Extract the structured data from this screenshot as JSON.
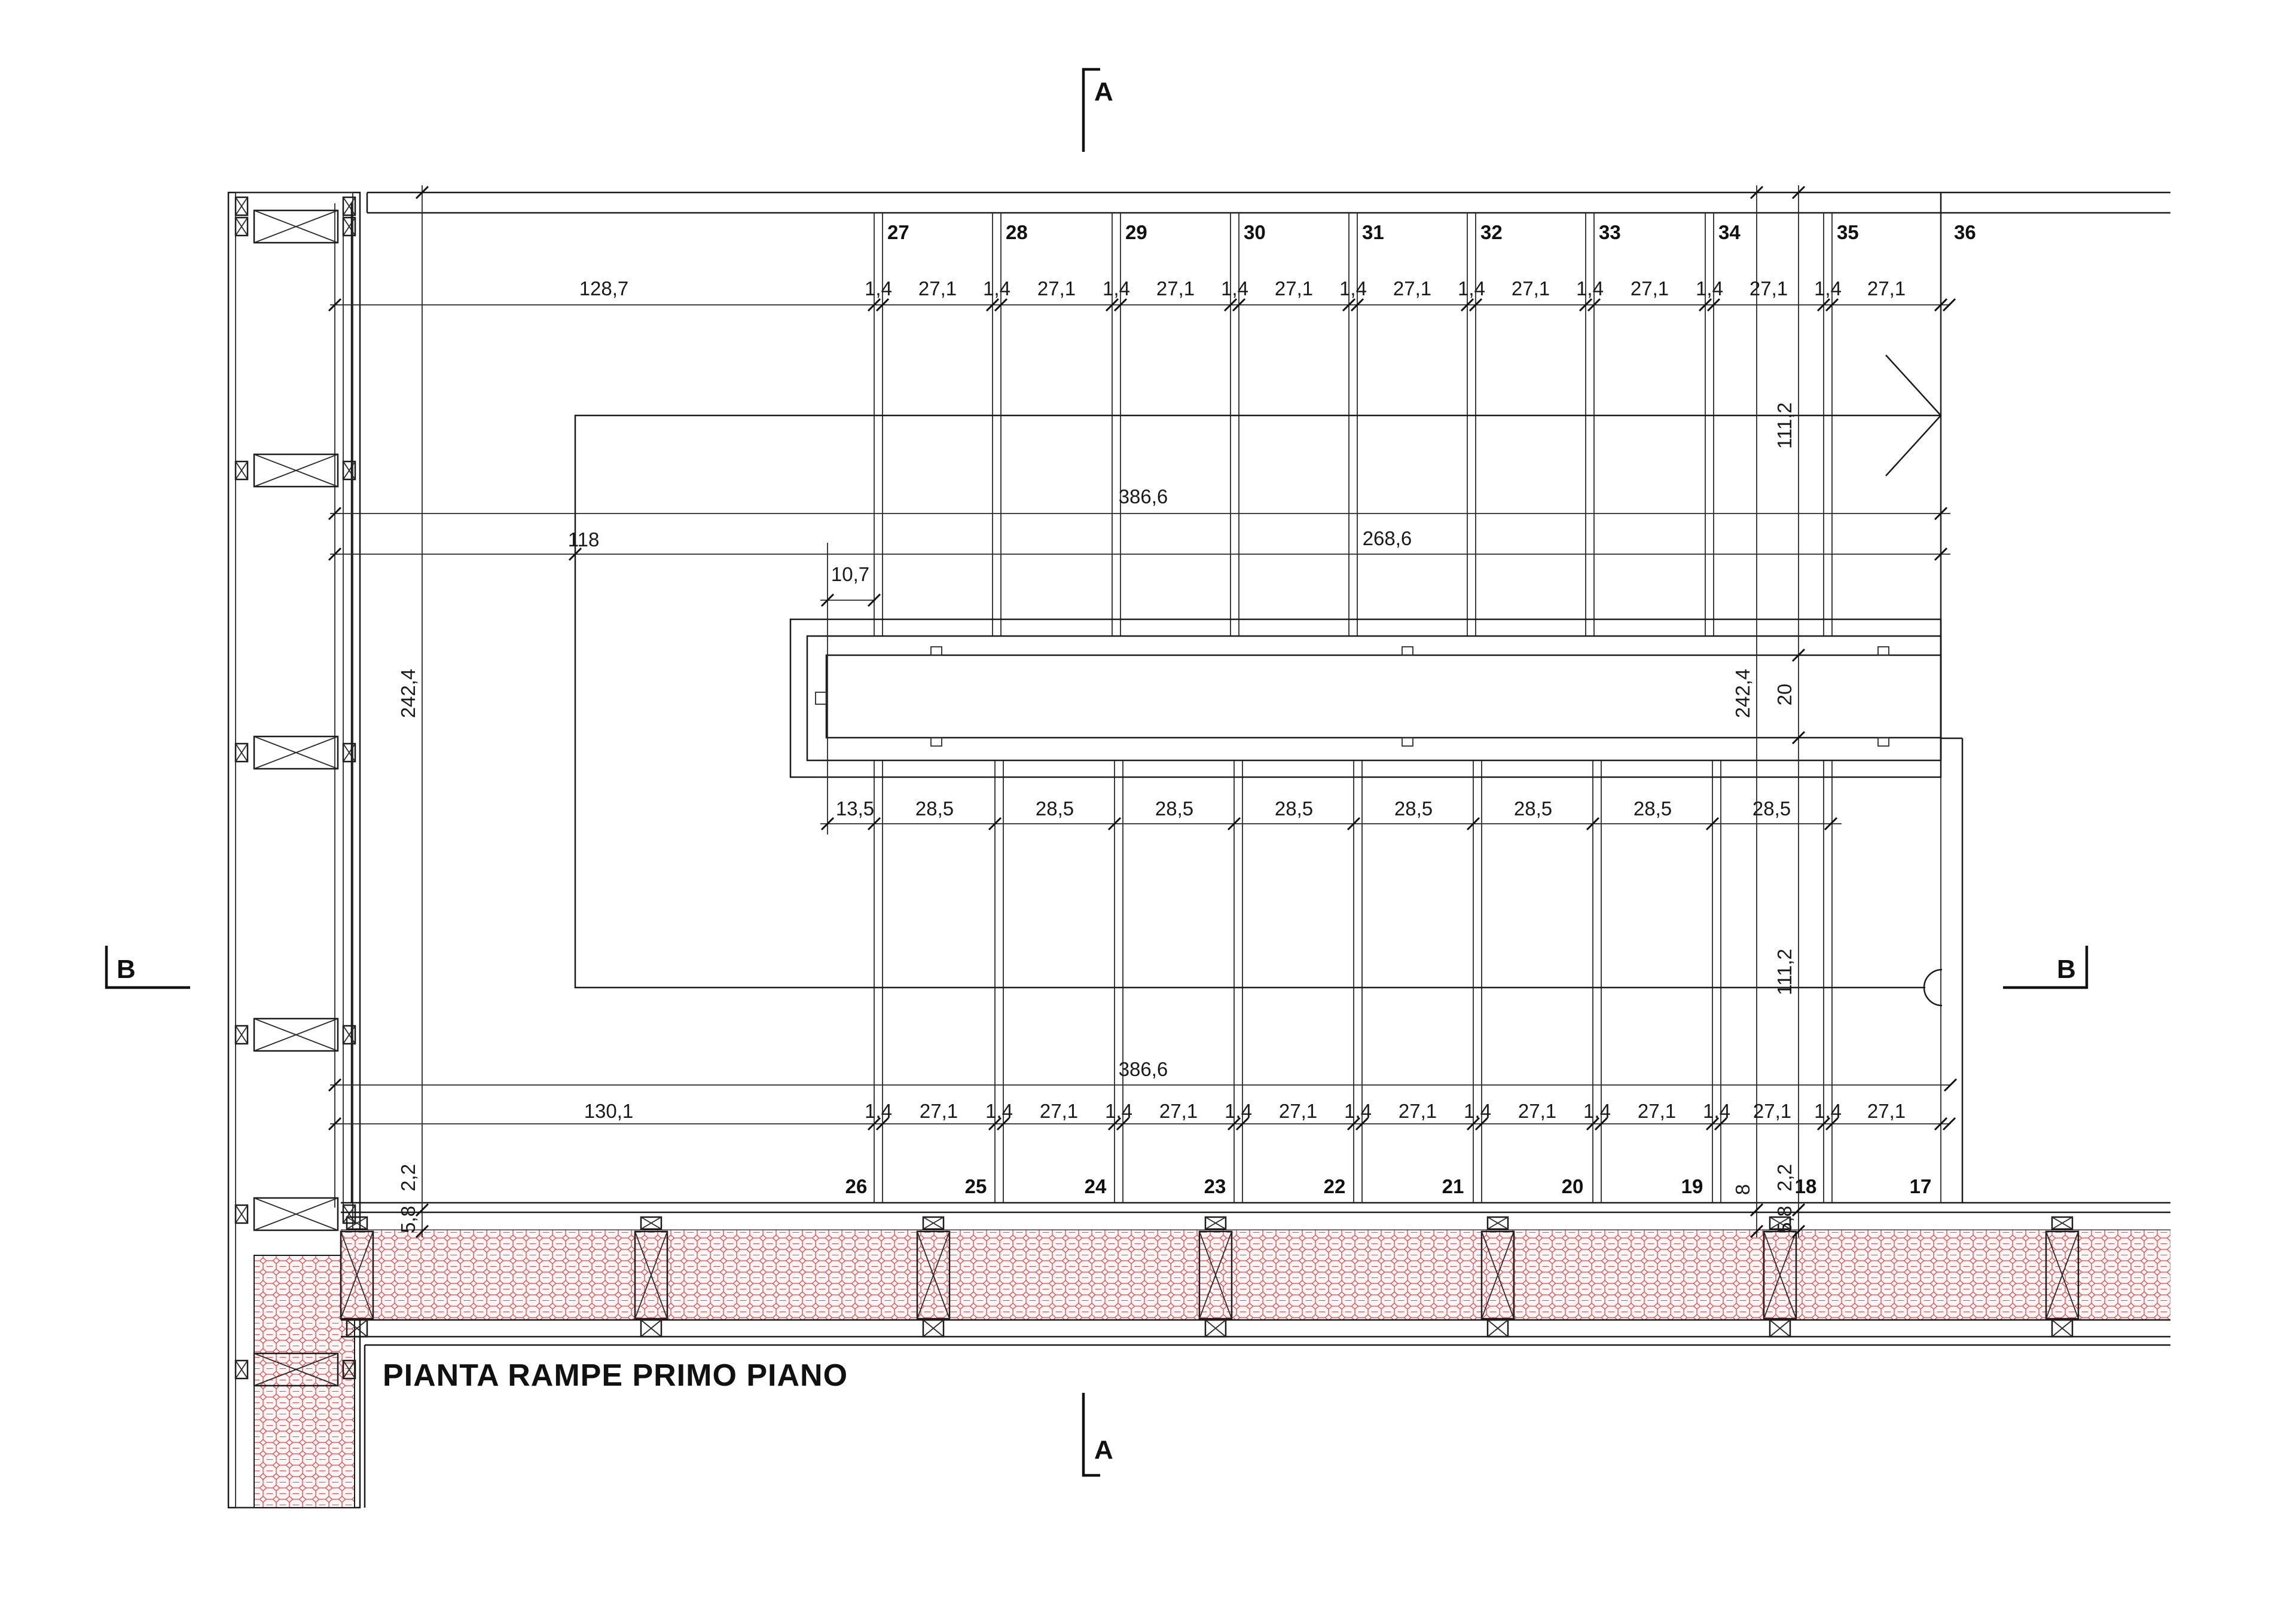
{
  "title": "PIANTA RAMPE PRIMO PIANO",
  "section_marks": {
    "a_top": "A",
    "a_bottom": "A",
    "b_left": "B",
    "b_right": "B"
  },
  "upper_flight": {
    "step_numbers": [
      "27",
      "28",
      "29",
      "30",
      "31",
      "32",
      "33",
      "34",
      "35",
      "36"
    ],
    "offset": "128,7",
    "joint": "1,4",
    "tread": "27,1",
    "joint_count": 9,
    "tread_count": 9
  },
  "lower_flight": {
    "step_numbers": [
      "26",
      "25",
      "24",
      "23",
      "22",
      "21",
      "20",
      "19",
      "18",
      "17"
    ],
    "offset": "130,1",
    "joint": "1,4",
    "tread": "27,1",
    "joint_count": 9,
    "tread_count": 9
  },
  "central_row": {
    "start": "13,5",
    "tread": "28,5",
    "tread_count": 8
  },
  "dimensions": {
    "total_top": "386,6",
    "left_part": "118",
    "right_part": "268,6",
    "inset": "10,7",
    "total_bottom": "386,6",
    "height_left": "242,4",
    "height_right": "242,4",
    "upper_width": "111,2",
    "lower_width": "111,2",
    "core_width": "20",
    "wall_a": "2,2",
    "wall_b": "5,8",
    "wall_c": "8",
    "wall_d": "2,2",
    "wall_e": "5,8"
  },
  "colors": {
    "line": "#1a1a1a",
    "insulation_hatch": "#e0484c"
  }
}
